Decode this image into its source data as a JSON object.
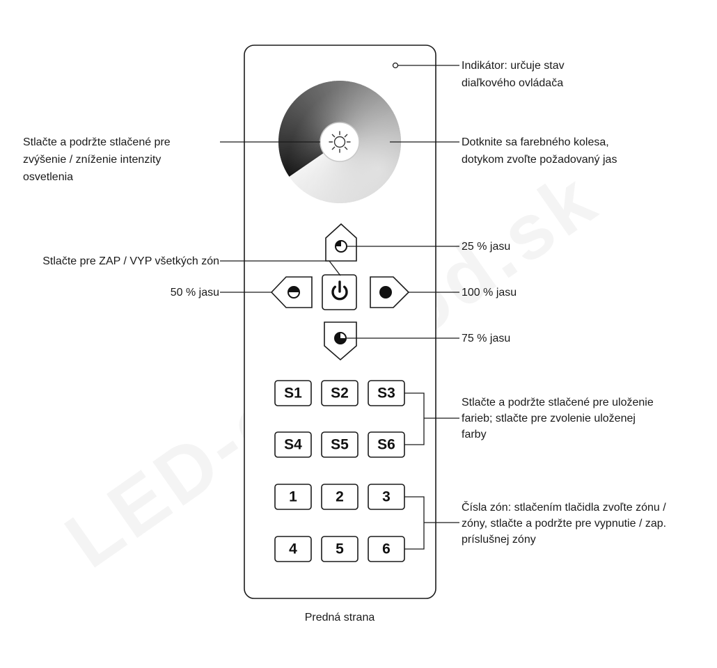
{
  "watermark": "LED-obchod.sk",
  "caption": "Predná strana",
  "scene_buttons": [
    "S1",
    "S2",
    "S3",
    "S4",
    "S5",
    "S6"
  ],
  "zone_buttons": [
    "1",
    "2",
    "3",
    "4",
    "5",
    "6"
  ],
  "labels": {
    "indicator": [
      "Indikátor: určuje stav",
      "diaľkového ovládača"
    ],
    "brightness_hold": [
      "Stlačte a podržte stlačené pre",
      "zvýšenie / zníženie intenzity",
      "osvetlenia"
    ],
    "wheel": [
      "Dotknite sa farebného kolesa,",
      "dotykom zvoľte požadovaný jas"
    ],
    "b25": "25 % jasu",
    "onoff": "Stlačte pre ZAP / VYP všetkých zón",
    "b50": "50 % jasu",
    "b100": "100 % jasu",
    "b75": "75 % jasu",
    "scenes": [
      "Stlačte a podržte stlačené pre uloženie",
      "farieb; stlačte pre zvolenie uloženej",
      "farby"
    ],
    "zones": [
      "Čísla zón: stlačením tlačidla zvoľte zónu /",
      "zóny, stlačte a podržte pre vypnutie / zap.",
      "príslušnej zóny"
    ]
  },
  "icons": {
    "indicator": "indicator-led-icon",
    "brightness": "sun-icon",
    "power": "power-icon",
    "b25": "quarter-circle-icon",
    "b50": "half-circle-icon",
    "b75": "three-quarter-circle-icon",
    "b100": "full-circle-icon"
  },
  "colors": {
    "ink": "#1a1a1a",
    "wheel_dark": "#111111",
    "wheel_light": "#f2f2f2"
  }
}
